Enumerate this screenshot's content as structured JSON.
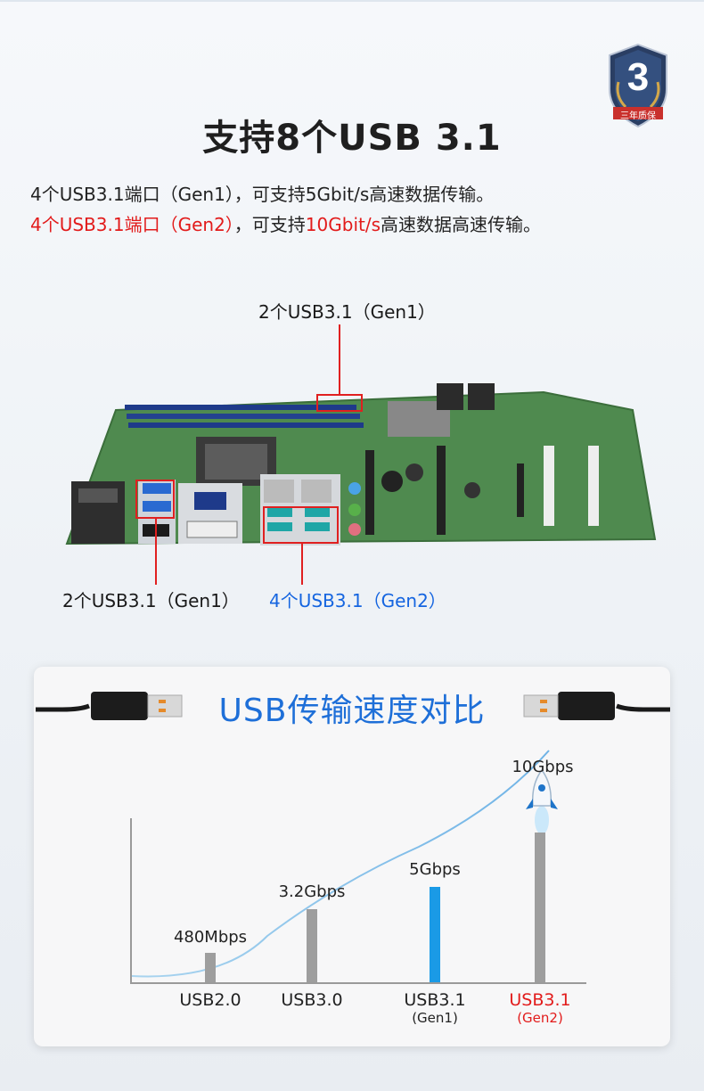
{
  "badge": {
    "number": "3",
    "text": "三年质保"
  },
  "heading": {
    "title": "支持8个USB 3.1"
  },
  "description": {
    "line1": "4个USB3.1端口（Gen1），可支持5Gbit/s高速数据传输。",
    "line2_red1": "4个USB3.1端口（Gen2）",
    "line2_mid": "，可支持",
    "line2_red2": "10Gbit/s",
    "line2_end": "高速数据高速传输。"
  },
  "motherboard": {
    "label_top": "2个USB3.1（Gen1）",
    "label_left": "2个USB3.1（Gen1）",
    "label_right": "4个USB3.1（Gen2）"
  },
  "comparison": {
    "title": "USB传输速度对比"
  },
  "chart_data": {
    "type": "bar",
    "title": "USB传输速度对比",
    "categories": [
      "USB2.0",
      "USB3.0",
      "USB3.1 (Gen1)",
      "USB3.1 (Gen2)"
    ],
    "category_main": [
      "USB2.0",
      "USB3.0",
      "USB3.1",
      "USB3.1"
    ],
    "category_sub": [
      "",
      "",
      "(Gen1)",
      "(Gen2)"
    ],
    "value_labels": [
      "480Mbps",
      "3.2Gbps",
      "5Gbps",
      "10Gbps"
    ],
    "values_gbps": [
      0.48,
      3.2,
      5,
      10
    ],
    "bar_colors": [
      "#9e9e9e",
      "#9e9e9e",
      "#1a9ae6",
      "#9e9e9e"
    ],
    "highlight_category_color": "#e21b1b",
    "grid": false
  }
}
